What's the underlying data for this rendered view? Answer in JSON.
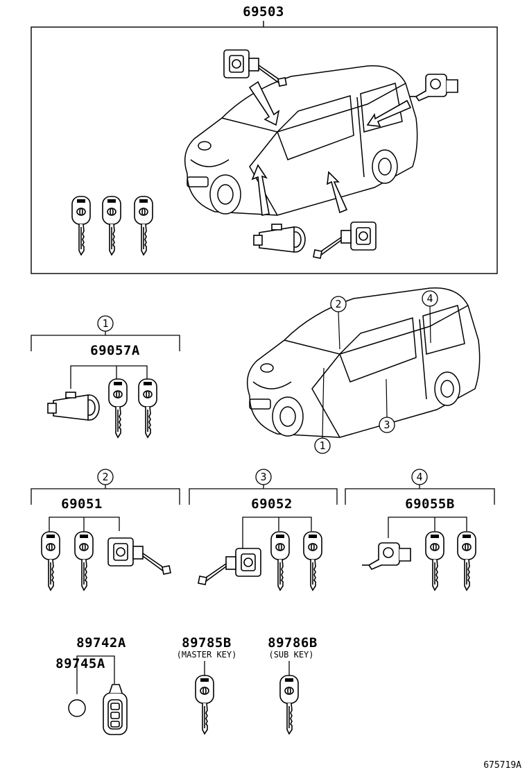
{
  "diagram": {
    "top_part": "69503",
    "groups": [
      {
        "index": "1",
        "part": "69057A"
      },
      {
        "index": "2",
        "part": "69051"
      },
      {
        "index": "3",
        "part": "69052"
      },
      {
        "index": "4",
        "part": "69055B"
      }
    ],
    "car_callouts": [
      "2",
      "4",
      "3",
      "1"
    ],
    "bottom_parts": [
      {
        "part": "89742A",
        "sub": ""
      },
      {
        "part": "89745A",
        "sub": ""
      },
      {
        "part": "89785B",
        "sub": "(MASTER KEY)"
      },
      {
        "part": "89786B",
        "sub": "(SUB KEY)"
      }
    ],
    "ref_code": "675719A"
  }
}
